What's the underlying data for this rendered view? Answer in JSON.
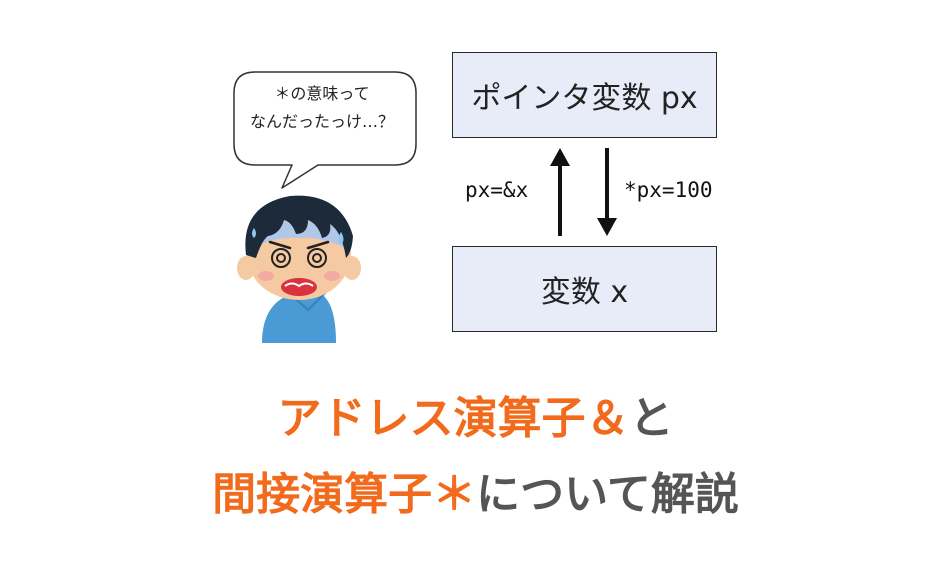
{
  "diagram": {
    "pointer_box": "ポインタ変数 px",
    "variable_box": "変数 x",
    "address_op_label": "px=&x",
    "deref_op_label": "*px=100"
  },
  "speech_bubble": {
    "line1": "＊の意味って",
    "line2": "なんだったっけ…？"
  },
  "title": {
    "line1_accent": "アドレス演算子＆",
    "line1_rest": "と",
    "line2_accent": "間接演算子＊",
    "line2_rest": "について解説"
  },
  "colors": {
    "accent": "#f26b1d",
    "muted_text": "#555555",
    "box_fill": "#e8ecf8",
    "shirt": "#4a9ad6",
    "hair": "#1c2a3a"
  },
  "illustration": {
    "icon": "confused-boy-icon"
  }
}
